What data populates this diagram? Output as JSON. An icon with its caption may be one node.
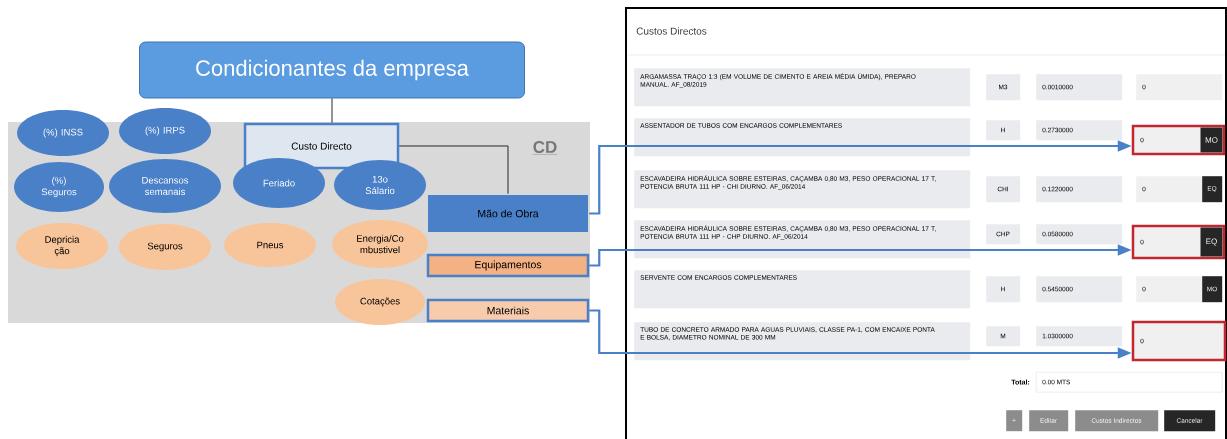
{
  "diagram": {
    "nodes": [
      {
        "text": [
          "Condicionantes da empresa"
        ]
      },
      {
        "text": [
          "CD"
        ]
      },
      {
        "text": [
          "Custo Directo"
        ],
        "in": 1
      },
      {
        "text": [
          "(%) INSS"
        ],
        "in": 1
      },
      {
        "text": [
          "(%) IRPS"
        ],
        "in": 1
      },
      {
        "text": [
          "(%) Seguros"
        ],
        "in": 1
      },
      {
        "text": [
          "Descansos semanais"
        ],
        "in": 1
      },
      {
        "text": [
          "Feriado"
        ],
        "in": 1
      },
      {
        "text": [
          "13o Sálario"
        ],
        "in": 1
      },
      {
        "text": [
          "Depricia ção"
        ],
        "in": 1
      },
      {
        "text": [
          "Seguros"
        ],
        "in": 1
      },
      {
        "text": [
          "Pneus"
        ],
        "in": 1
      },
      {
        "text": [
          "Energia/Co mbustivel"
        ],
        "in": 1
      },
      {
        "text": [
          "Cotações"
        ],
        "in": 1
      },
      {
        "text": [
          "Mão de Obra"
        ],
        "in": 1
      },
      {
        "text": [
          "Equipamentos"
        ],
        "in": 1
      },
      {
        "text": [
          "Materiais"
        ],
        "in": 1
      },
      {
        "text": [
          "Custos Directos"
        ]
      },
      {
        "text": [
          "0",
          "MO"
        ],
        "in": 17
      },
      {
        "text": [
          "0",
          "EQ"
        ],
        "in": 17
      },
      {
        "text": [
          "0"
        ],
        "in": 17
      }
    ],
    "edges": [
      {
        "from": 0,
        "to": 2,
        "arrow": "none",
        "color": "#262626"
      },
      {
        "from": 2,
        "to": 14,
        "arrow": "none",
        "color": "#262626"
      },
      {
        "from": 14,
        "to": 18,
        "arrow": "to"
      },
      {
        "from": 15,
        "to": 19,
        "arrow": "to"
      },
      {
        "from": 16,
        "to": 20,
        "arrow": "to"
      }
    ],
    "labels": [
      "ARGAMASSA TRAÇO 1:3 (EM VOLUME DE CIMENTO E AREIA MÉDIA ÚMIDA), PREPARO MANUAL. AF_08/2019",
      "M3",
      "0.0010000",
      "0",
      "ASSENTADOR DE TUBOS COM ENCARGOS COMPLEMENTARES",
      "H",
      "0.2730000",
      "ESCAVADEIRA HIDRÁULICA SOBRE ESTEIRAS, CAÇAMBA 0,80 M3, PESO OPERACIONAL 17 T, POTENCIA BRUTA 111 HP - CHI DIURNO. AF_06/2014",
      "CHI",
      "0.1220000",
      "0",
      "EQ",
      "ESCAVADEIRA HIDRÁULICA SOBRE ESTEIRAS, CAÇAMBA 0,80 M3, PESO OPERACIONAL 17 T, POTENCIA BRUTA 111 HP - CHP DIURNO. AF_06/2014",
      "CHP",
      "0.0580000",
      "SERVENTE COM ENCARGOS COMPLEMENTARES",
      "H",
      "0.5450000",
      "0",
      "MO",
      "TUBO DE CONCRETO ARMADO PARA AGUAS PLUVIAIS, CLASSE PA-1, COM ENCAIXE PONTA E BOLSA, DIAMETRO NOMINAL DE 300 MM",
      "M",
      "1.0300000",
      "Total:",
      "0.00 MTS",
      "+",
      "Editar",
      "Custos Indirectos",
      "Cancelar"
    ]
  }
}
